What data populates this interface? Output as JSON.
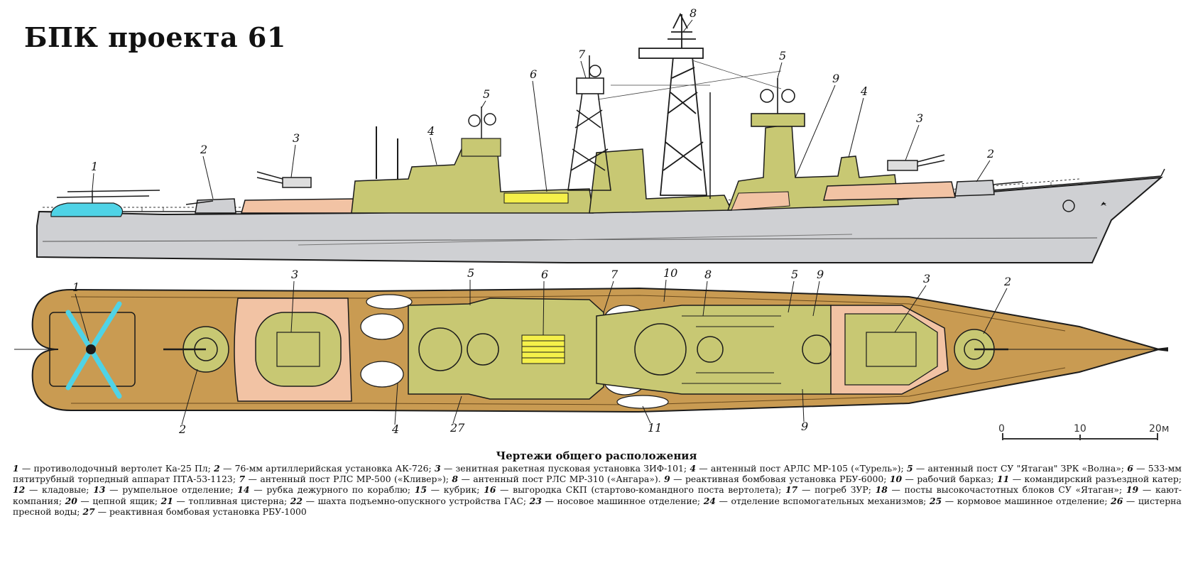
{
  "title": "БПК проекта 61",
  "caption_title": "Чертежи общего расположения",
  "scale": {
    "ticks": [
      "0",
      "10",
      "20м"
    ]
  },
  "colors": {
    "hull": "#cfd0d3",
    "superstructure": "#c8c873",
    "deck": "#c99b52",
    "pink": "#f2c3a4",
    "helicopter": "#4fd3e6",
    "torpedo": "#f5f04a",
    "line": "#1b1b1b"
  },
  "callouts": {
    "side": [
      "1",
      "2",
      "3",
      "4",
      "5",
      "6",
      "7",
      "8",
      "5",
      "9",
      "4",
      "3",
      "2"
    ],
    "plan_top": [
      "1",
      "3",
      "5",
      "6",
      "7",
      "10",
      "8",
      "5",
      "9",
      "3",
      "2"
    ],
    "plan_bottom": [
      "2",
      "4",
      "27",
      "11",
      "9"
    ]
  },
  "legend": [
    {
      "num": "1",
      "text": "противолодочный вертолет Ка-25 Пл;"
    },
    {
      "num": "2",
      "text": "76-мм артиллерийская установка АК-726;"
    },
    {
      "num": "3",
      "text": "зенитная ракетная пусковая установка ЗИФ-101;"
    },
    {
      "num": "4",
      "text": "антенный пост АРЛС МР-105 («Турель»);"
    },
    {
      "num": "5",
      "text": "антенный пост СУ \"Ятаган\" ЗРК «Волна»;"
    },
    {
      "num": "6",
      "text": "533-мм пятитрубный торпедный аппарат ПТА-53-1123;"
    },
    {
      "num": "7",
      "text": "антенный пост РЛС МР-500 («Кливер»);"
    },
    {
      "num": "8",
      "text": "антенный пост РЛС МР-310 («Ангара»)."
    },
    {
      "num": "9",
      "text": "реактивная бомбовая установка РБУ-6000;"
    },
    {
      "num": "10",
      "text": "рабочий барказ;"
    },
    {
      "num": "11",
      "text": "командирский разъездной катер;"
    },
    {
      "num": "12",
      "text": "кладовые;"
    },
    {
      "num": "13",
      "text": "румпельное отделение;"
    },
    {
      "num": "14",
      "text": "рубка дежурного по кораблю;"
    },
    {
      "num": "15",
      "text": "кубрик;"
    },
    {
      "num": "16",
      "text": "выгородка СКП (стартово-командного поста вертолета);"
    },
    {
      "num": "17",
      "text": "погреб ЗУР;"
    },
    {
      "num": "18",
      "text": "посты высокочастотных блоков СУ «Ятаган»;"
    },
    {
      "num": "19",
      "text": "кают-компания;"
    },
    {
      "num": "20",
      "text": "цепной ящик;"
    },
    {
      "num": "21",
      "text": "топливная цистерна;"
    },
    {
      "num": "22",
      "text": "шахта подъемно-опускного устройства ГАС;"
    },
    {
      "num": "23",
      "text": "носовое машинное отделение;"
    },
    {
      "num": "24",
      "text": "отделение вспомогательных механизмов;"
    },
    {
      "num": "25",
      "text": "кормовое машинное отделение;"
    },
    {
      "num": "26",
      "text": "цистерна пресной воды;"
    },
    {
      "num": "27",
      "text": "реактивная бомбовая установка РБУ-1000"
    }
  ]
}
